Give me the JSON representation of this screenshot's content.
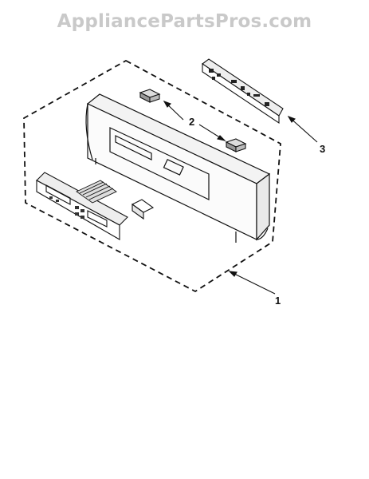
{
  "watermark": {
    "text": "AppliancePartsPros.com"
  },
  "callouts": {
    "part_1": "1",
    "part_2": "2",
    "part_3": "3"
  }
}
